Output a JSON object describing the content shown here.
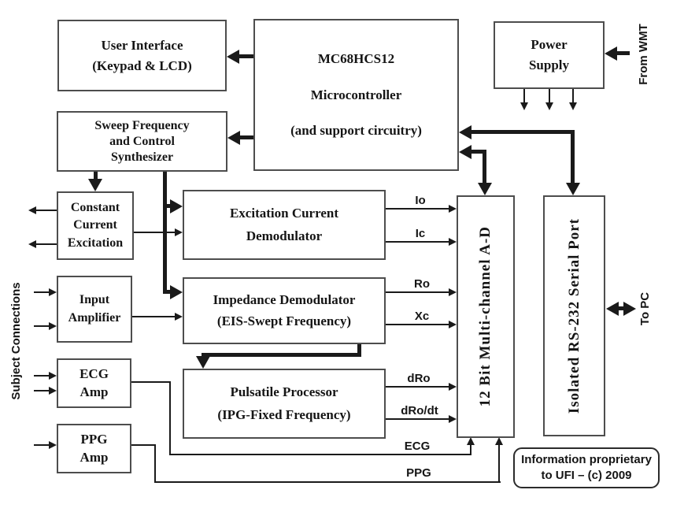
{
  "diagram": {
    "blocks": {
      "user_interface": {
        "line1": "User Interface",
        "line2": "(Keypad & LCD)"
      },
      "microcontroller": {
        "line1": "MC68HCS12",
        "line2": "Microcontroller",
        "line3": "(and support circuitry)"
      },
      "power_supply": {
        "line1": "Power",
        "line2": "Supply"
      },
      "sweep_synthesizer": {
        "line1": "Sweep Frequency",
        "line2": "and Control",
        "line3": "Synthesizer"
      },
      "constant_current_excitation": {
        "line1": "Constant",
        "line2": "Current",
        "line3": "Excitation"
      },
      "excitation_current_demodulator": {
        "line1": "Excitation Current",
        "line2": "Demodulator"
      },
      "input_amplifier": {
        "line1": "Input",
        "line2": "Amplifier"
      },
      "impedance_demodulator": {
        "line1": "Impedance Demodulator",
        "line2": "(EIS-Swept Frequency)"
      },
      "ecg_amp": {
        "line1": "ECG",
        "line2": "Amp"
      },
      "pulsatile_processor": {
        "line1": "Pulsatile Processor",
        "line2": "(IPG-Fixed Frequency)"
      },
      "ppg_amp": {
        "line1": "PPG",
        "line2": "Amp"
      },
      "adc": {
        "label": "12 Bit Multi-channel A-D"
      },
      "serial_port": {
        "label": "Isolated RS-232 Serial Port"
      }
    },
    "signal_labels": {
      "io": "Io",
      "ic": "Ic",
      "ro": "Ro",
      "xc": "Xc",
      "dro": "dRo",
      "dro_dt": "dRo/dt",
      "ecg": "ECG",
      "ppg": "PPG"
    },
    "side_labels": {
      "subject_connections": "Subject Connections",
      "from_wmt": "From WMT",
      "to_pc": "To PC"
    },
    "footnote": {
      "line1": "Information proprietary",
      "line2": "to UFI – (c) 2009"
    },
    "colors": {
      "line": "#1a1a1a",
      "block_border": "#4d4d4d",
      "background": "#ffffff"
    }
  }
}
